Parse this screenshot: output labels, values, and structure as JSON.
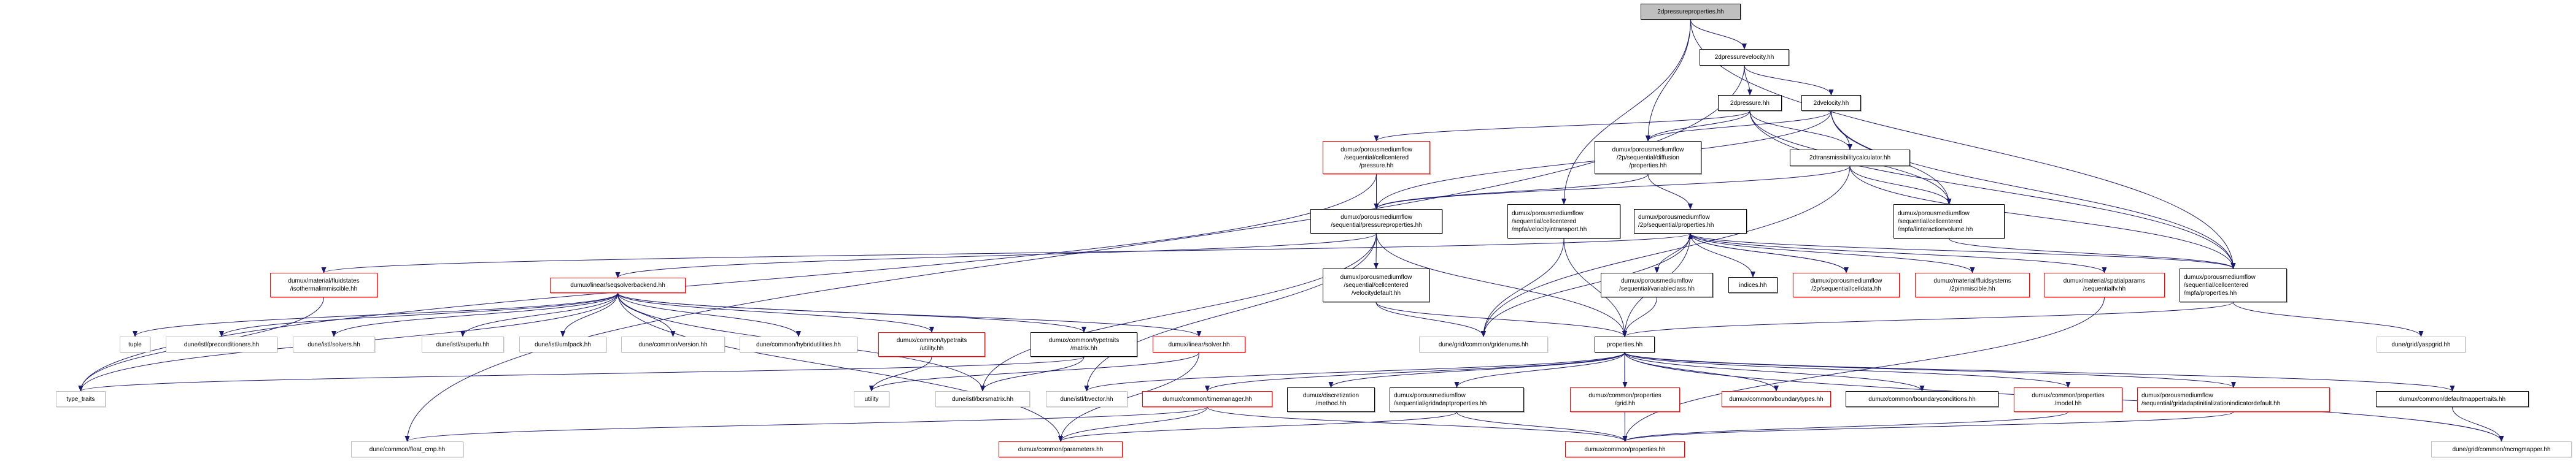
{
  "graph": {
    "edge_color": "#191970",
    "style_colors": {
      "black": "#000000",
      "red": "#ff0000",
      "gray": "#bfbfbf",
      "root_fill": "#bfbfbf"
    },
    "nodes": [
      {
        "id": 0,
        "label": "2dpressureproperties.hh",
        "style": "root"
      },
      {
        "id": 1,
        "label": "2dpressurevelocity.hh",
        "style": "black"
      },
      {
        "id": 2,
        "label": "2dpressure.hh",
        "style": "black"
      },
      {
        "id": 3,
        "label": "2dvelocity.hh",
        "style": "black"
      },
      {
        "id": 4,
        "label": "dumux/porousmediumflow\n/sequential/cellcentered\n/pressure.hh",
        "style": "red"
      },
      {
        "id": 5,
        "label": "dumux/porousmediumflow\n/2p/sequential/diffusion\n/properties.hh",
        "style": "black"
      },
      {
        "id": 6,
        "label": "2dtransmissibilitycalculator.hh",
        "style": "black"
      },
      {
        "id": 7,
        "label": "dumux/porousmediumflow\n/sequential/pressureproperties.hh",
        "style": "black"
      },
      {
        "id": 8,
        "label": "dumux/porousmediumflow\n/sequential/cellcentered\n/mpfa/velocityintransport.hh",
        "style": "black"
      },
      {
        "id": 9,
        "label": "dumux/porousmediumflow\n/2p/sequential/properties.hh",
        "style": "black"
      },
      {
        "id": 10,
        "label": "dumux/porousmediumflow\n/sequential/cellcentered\n/mpfa/linteractionvolume.hh",
        "style": "black"
      },
      {
        "id": 11,
        "label": "dumux/porousmediumflow\n/sequential/cellcentered\n/mpfa/properties.hh",
        "style": "black"
      },
      {
        "id": 12,
        "label": "dumux/material/fluidstates\n/isothermalimmiscible.hh",
        "style": "red"
      },
      {
        "id": 13,
        "label": "dumux/linear/seqsolverbackend.hh",
        "style": "red"
      },
      {
        "id": 14,
        "label": "dumux/porousmediumflow\n/sequential/cellcentered\n/velocitydefault.hh",
        "style": "black"
      },
      {
        "id": 15,
        "label": "dumux/porousmediumflow\n/sequential/variableclass.hh",
        "style": "black"
      },
      {
        "id": 16,
        "label": "indices.hh",
        "style": "black"
      },
      {
        "id": 17,
        "label": "dumux/porousmediumflow\n/2p/sequential/celldata.hh",
        "style": "red"
      },
      {
        "id": 18,
        "label": "dumux/material/fluidsystems\n/2pimmiscible.hh",
        "style": "red"
      },
      {
        "id": 19,
        "label": "dumux/material/spatialparams\n/sequentialfv.hh",
        "style": "red"
      },
      {
        "id": 20,
        "label": "tuple",
        "style": "gray"
      },
      {
        "id": 21,
        "label": "dune/istl/preconditioners.hh",
        "style": "gray"
      },
      {
        "id": 22,
        "label": "dune/istl/solvers.hh",
        "style": "gray"
      },
      {
        "id": 23,
        "label": "dune/istl/superlu.hh",
        "style": "gray"
      },
      {
        "id": 24,
        "label": "dune/istl/umfpack.hh",
        "style": "gray"
      },
      {
        "id": 25,
        "label": "dune/common/version.hh",
        "style": "gray"
      },
      {
        "id": 26,
        "label": "dune/common/hybridutilities.hh",
        "style": "gray"
      },
      {
        "id": 27,
        "label": "dumux/common/typetraits\n/utility.hh",
        "style": "red"
      },
      {
        "id": 28,
        "label": "dumux/common/typetraits\n/matrix.hh",
        "style": "black"
      },
      {
        "id": 29,
        "label": "dumux/linear/solver.hh",
        "style": "red"
      },
      {
        "id": 30,
        "label": "dune/grid/common/gridenums.hh",
        "style": "gray"
      },
      {
        "id": 31,
        "label": "properties.hh",
        "style": "black"
      },
      {
        "id": 32,
        "label": "dune/grid/yaspgrid.hh",
        "style": "gray"
      },
      {
        "id": 33,
        "label": "type_traits",
        "style": "gray"
      },
      {
        "id": 34,
        "label": "utility",
        "style": "gray"
      },
      {
        "id": 35,
        "label": "dune/istl/bcrsmatrix.hh",
        "style": "gray"
      },
      {
        "id": 36,
        "label": "dune/istl/bvector.hh",
        "style": "gray"
      },
      {
        "id": 37,
        "label": "dumux/common/timemanager.hh",
        "style": "red"
      },
      {
        "id": 38,
        "label": "dumux/discretization\n/method.hh",
        "style": "black"
      },
      {
        "id": 39,
        "label": "dumux/porousmediumflow\n/sequential/gridadaptproperties.hh",
        "style": "black"
      },
      {
        "id": 40,
        "label": "dumux/common/properties\n/grid.hh",
        "style": "red"
      },
      {
        "id": 41,
        "label": "dumux/common/boundarytypes.hh",
        "style": "red"
      },
      {
        "id": 42,
        "label": "dumux/common/boundaryconditions.hh",
        "style": "black"
      },
      {
        "id": 43,
        "label": "dumux/common/properties\n/model.hh",
        "style": "red"
      },
      {
        "id": 44,
        "label": "dumux/porousmediumflow\n/sequential/gridadaptinitializationindicatordefault.hh",
        "style": "red"
      },
      {
        "id": 45,
        "label": "dumux/common/defaultmappertraits.hh",
        "style": "black"
      },
      {
        "id": 46,
        "label": "dune/common/float_cmp.hh",
        "style": "gray"
      },
      {
        "id": 47,
        "label": "dumux/common/parameters.hh",
        "style": "red"
      },
      {
        "id": 48,
        "label": "dumux/common/properties.hh",
        "style": "red"
      },
      {
        "id": 49,
        "label": "dune/grid/common/mcmgmapper.hh",
        "style": "gray"
      }
    ],
    "edges": [
      [
        0,
        1
      ],
      [
        0,
        5
      ],
      [
        0,
        8
      ],
      [
        0,
        11
      ],
      [
        1,
        2
      ],
      [
        1,
        3
      ],
      [
        1,
        46
      ],
      [
        2,
        4
      ],
      [
        2,
        5
      ],
      [
        2,
        6
      ],
      [
        2,
        10
      ],
      [
        2,
        11
      ],
      [
        3,
        5
      ],
      [
        3,
        6
      ],
      [
        3,
        10
      ],
      [
        3,
        11
      ],
      [
        3,
        7
      ],
      [
        4,
        7
      ],
      [
        4,
        33
      ],
      [
        5,
        9
      ],
      [
        5,
        7
      ],
      [
        6,
        7
      ],
      [
        6,
        10
      ],
      [
        6,
        11
      ],
      [
        6,
        30
      ],
      [
        7,
        13
      ],
      [
        7,
        14
      ],
      [
        7,
        31
      ],
      [
        7,
        36
      ],
      [
        7,
        35
      ],
      [
        8,
        31
      ],
      [
        8,
        30
      ],
      [
        9,
        15
      ],
      [
        9,
        16
      ],
      [
        9,
        17
      ],
      [
        9,
        18
      ],
      [
        9,
        19
      ],
      [
        9,
        11
      ],
      [
        9,
        31
      ],
      [
        9,
        12
      ],
      [
        9,
        30
      ],
      [
        17,
        9
      ],
      [
        10,
        11
      ],
      [
        11,
        31
      ],
      [
        11,
        32
      ],
      [
        19,
        48
      ],
      [
        14,
        30
      ],
      [
        14,
        31
      ],
      [
        15,
        31
      ],
      [
        12,
        33
      ],
      [
        13,
        20
      ],
      [
        13,
        21
      ],
      [
        13,
        22
      ],
      [
        13,
        23
      ],
      [
        13,
        24
      ],
      [
        13,
        25
      ],
      [
        13,
        26
      ],
      [
        13,
        27
      ],
      [
        13,
        28
      ],
      [
        13,
        29
      ],
      [
        13,
        33
      ],
      [
        13,
        47
      ],
      [
        13,
        35
      ],
      [
        27,
        34
      ],
      [
        28,
        33
      ],
      [
        28,
        35
      ],
      [
        29,
        34
      ],
      [
        29,
        47
      ],
      [
        31,
        37
      ],
      [
        31,
        38
      ],
      [
        31,
        39
      ],
      [
        31,
        40
      ],
      [
        31,
        41
      ],
      [
        31,
        42
      ],
      [
        31,
        43
      ],
      [
        31,
        44
      ],
      [
        31,
        45
      ],
      [
        31,
        49
      ],
      [
        31,
        48
      ],
      [
        31,
        36
      ],
      [
        37,
        47
      ],
      [
        37,
        46
      ],
      [
        37,
        48
      ],
      [
        39,
        47
      ],
      [
        39,
        48
      ],
      [
        40,
        48
      ],
      [
        43,
        48
      ],
      [
        44,
        48
      ],
      [
        45,
        49
      ]
    ]
  }
}
